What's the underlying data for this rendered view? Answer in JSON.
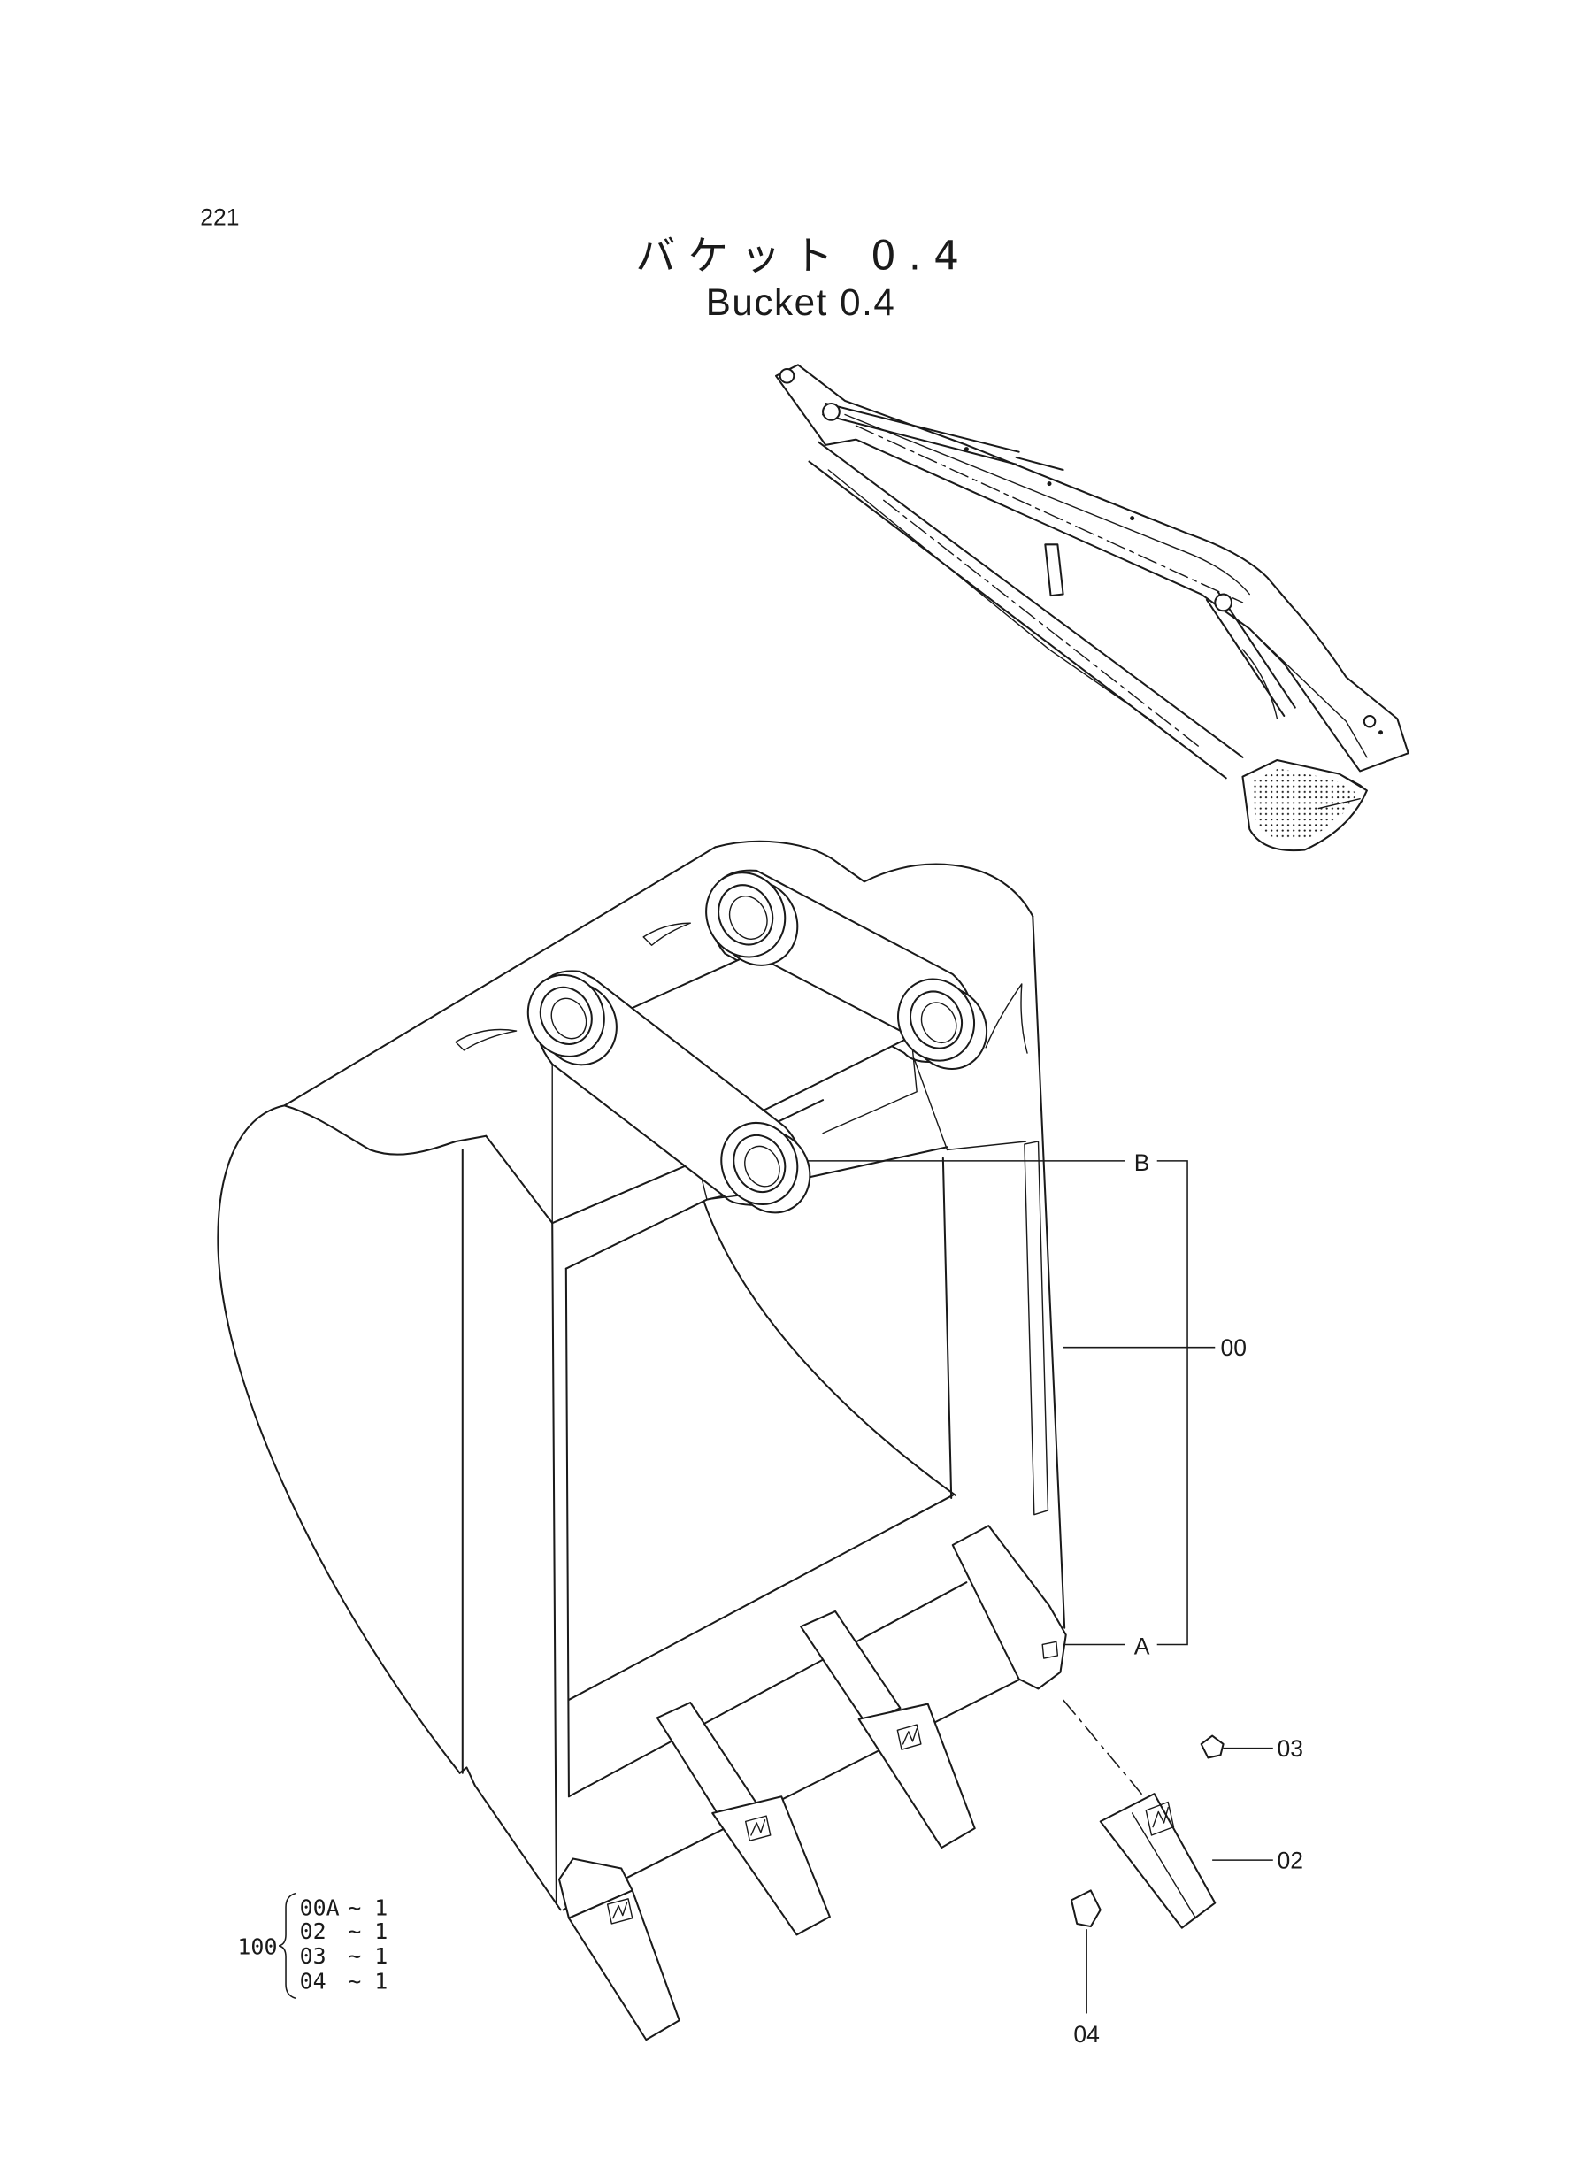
{
  "page": {
    "number": "221"
  },
  "title": {
    "japanese": "バケット 0.4",
    "english": "Bucket 0.4"
  },
  "callouts": {
    "label_b": "B",
    "label_a": "A",
    "label_00": "00",
    "label_03": "03",
    "label_02": "02",
    "label_04": "04"
  },
  "parts_list": {
    "assembly_no": "100",
    "items": [
      {
        "code": "00A",
        "qty": "~ 1"
      },
      {
        "code": "02",
        "qty": "~ 1"
      },
      {
        "code": "03",
        "qty": "~ 1"
      },
      {
        "code": "04",
        "qty": "~ 1"
      }
    ]
  },
  "colors": {
    "ink": "#1a1a1a",
    "paper": "#ffffff"
  }
}
